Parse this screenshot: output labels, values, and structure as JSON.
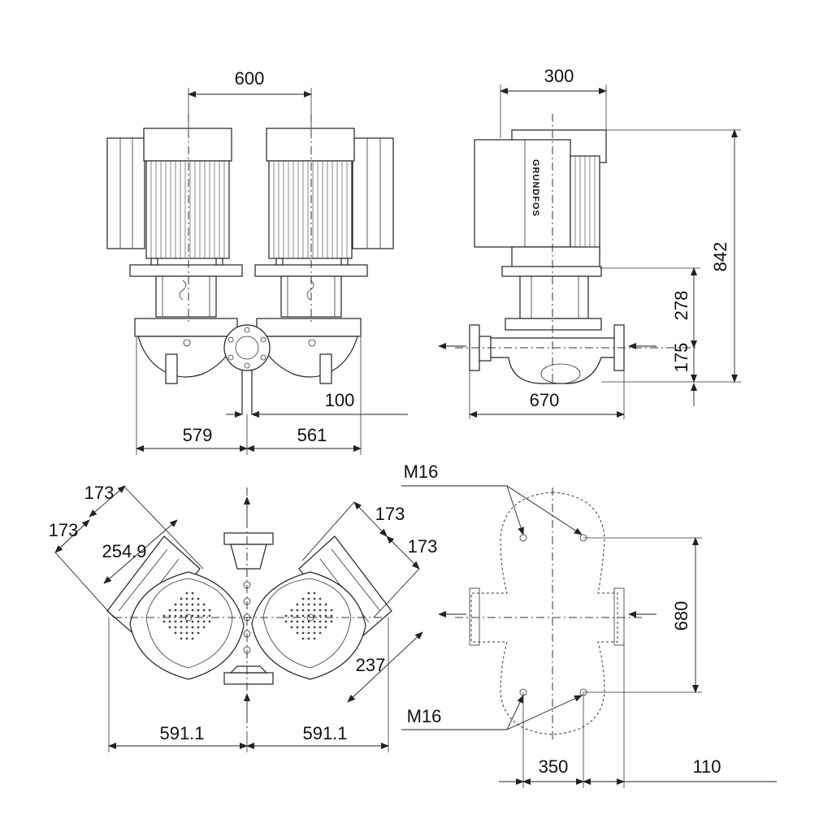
{
  "front_view": {
    "motor_spacing": "600",
    "flange_offset": "100",
    "left_width": "579",
    "right_width": "561"
  },
  "side_view": {
    "motor_width": "300",
    "total_height": "842",
    "coupling_height": "278",
    "pipe_center_height": "175",
    "port_to_port": "670",
    "brand_logo": "GRUNDFOS"
  },
  "top_view": {
    "diag_a": "173",
    "diag_b": "173",
    "diag_c": "173",
    "diag_d": "173",
    "inner_diag": "254.9",
    "right_diag": "237",
    "left_half": "591.1",
    "right_half": "591.1"
  },
  "foundation_view": {
    "bolt_top": "M16",
    "bolt_bottom": "M16",
    "bolt_spacing_y": "680",
    "bolt_spacing_x": "350",
    "edge_offset": "110"
  }
}
